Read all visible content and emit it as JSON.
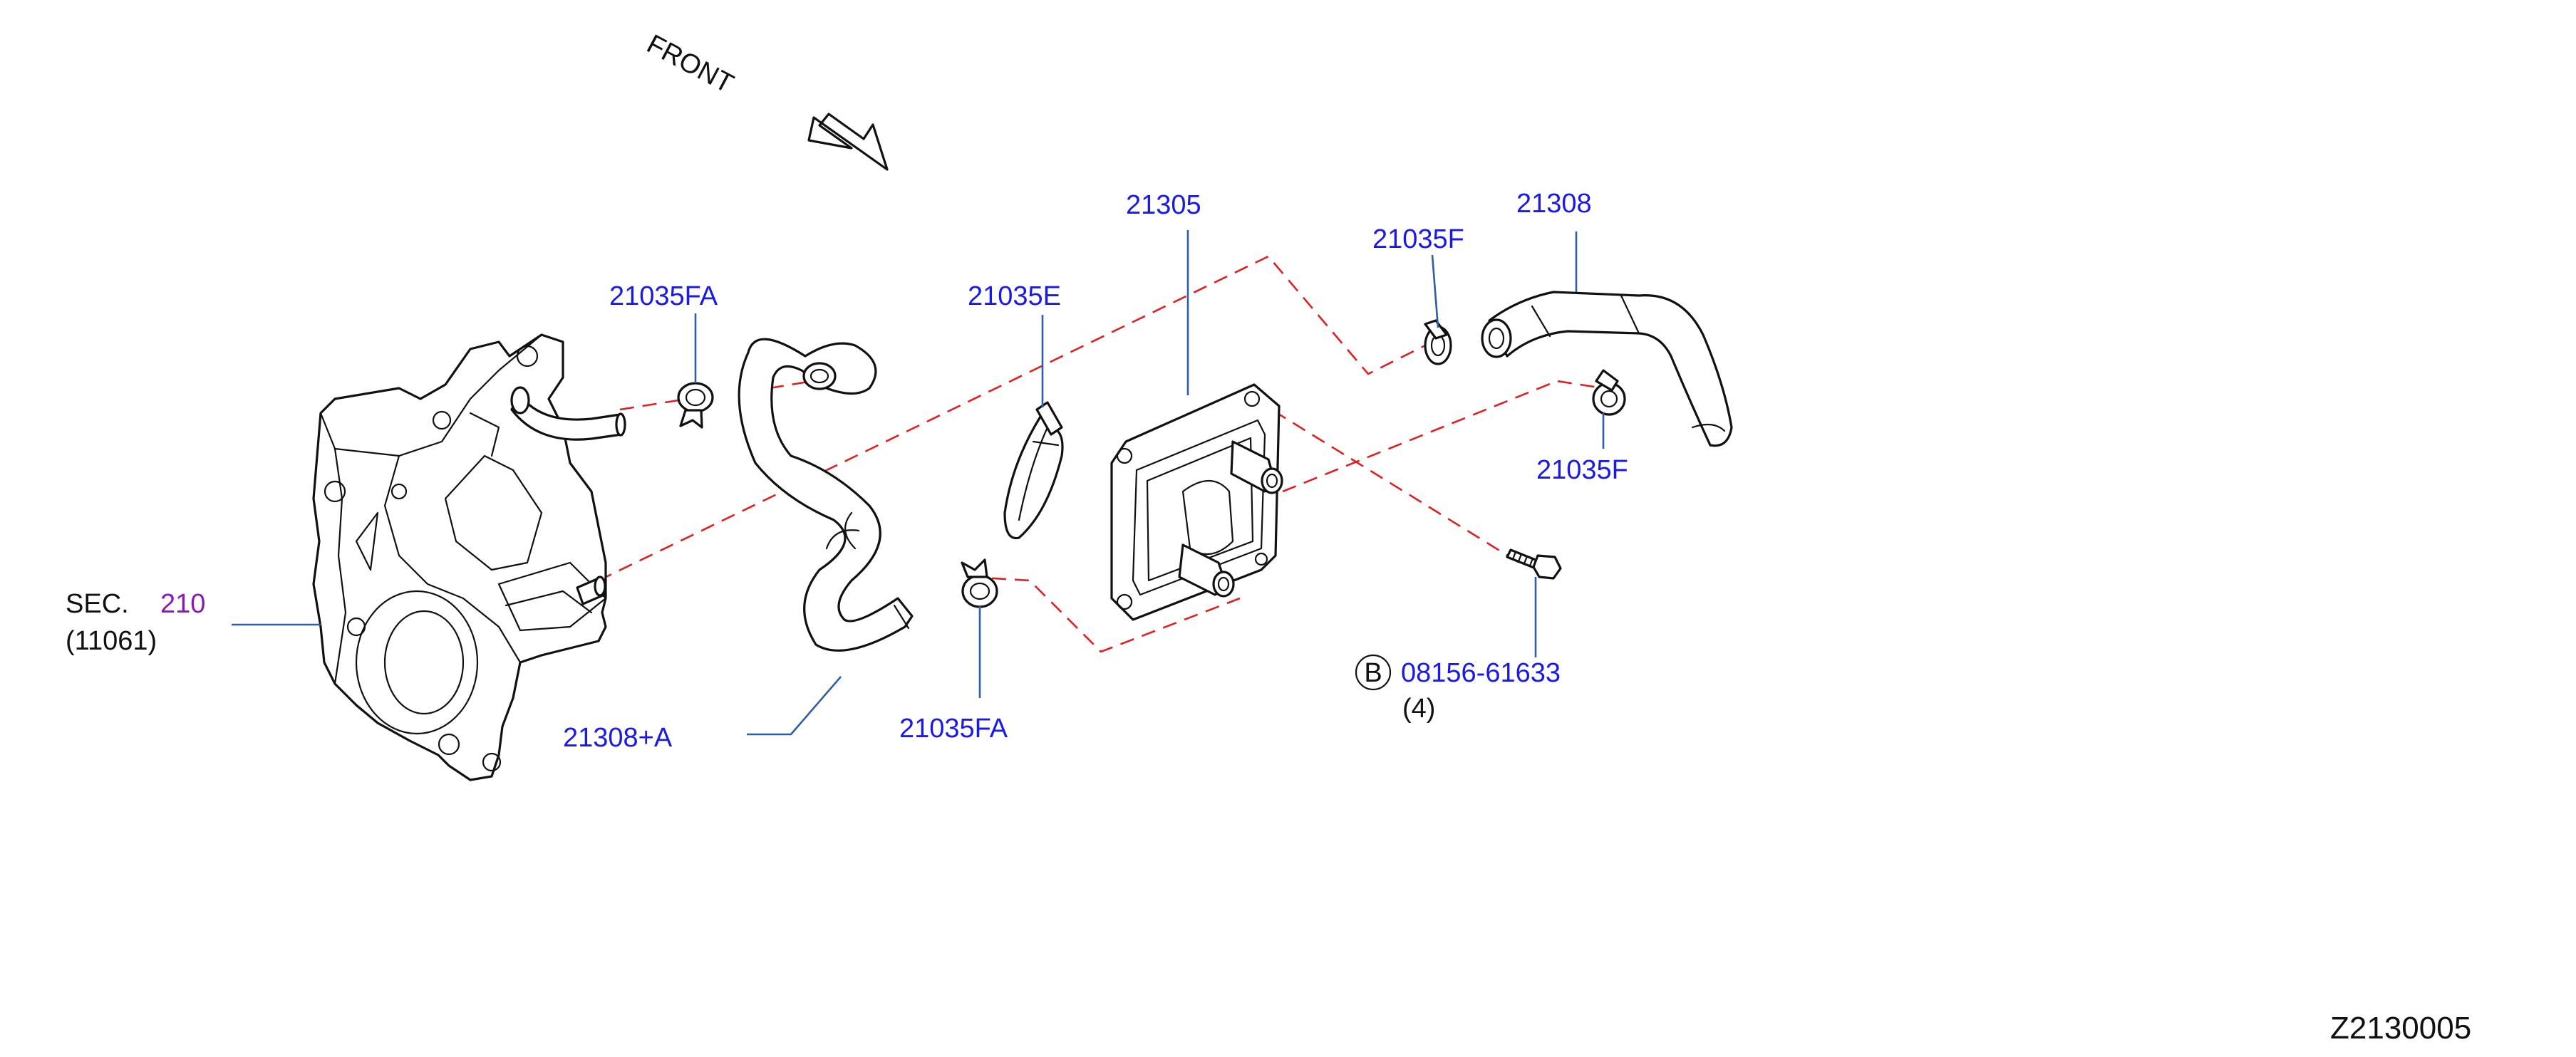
{
  "labels": {
    "front": "FRONT",
    "p21305": "21305",
    "p21308": "21308",
    "p21035f_top": "21035F",
    "p21035f_bottom": "21035F",
    "p21035fa_top": "21035FA",
    "p21035fa_bottom": "21035FA",
    "p21035e": "21035E",
    "p21308a": "21308+A",
    "sec_prefix": "SEC.",
    "sec_number": "210",
    "sec_ref": "(11061)",
    "bolt_circle": "B",
    "bolt_part": "08156-61633",
    "bolt_qty": "(4)",
    "diagram_code": "Z2130005"
  },
  "colors": {
    "part_number": "#1a1ae6",
    "section_number": "#8a1ab5",
    "leader": "#2e5ea8",
    "dashed_path": "#e02020",
    "line_art": "#111111"
  }
}
